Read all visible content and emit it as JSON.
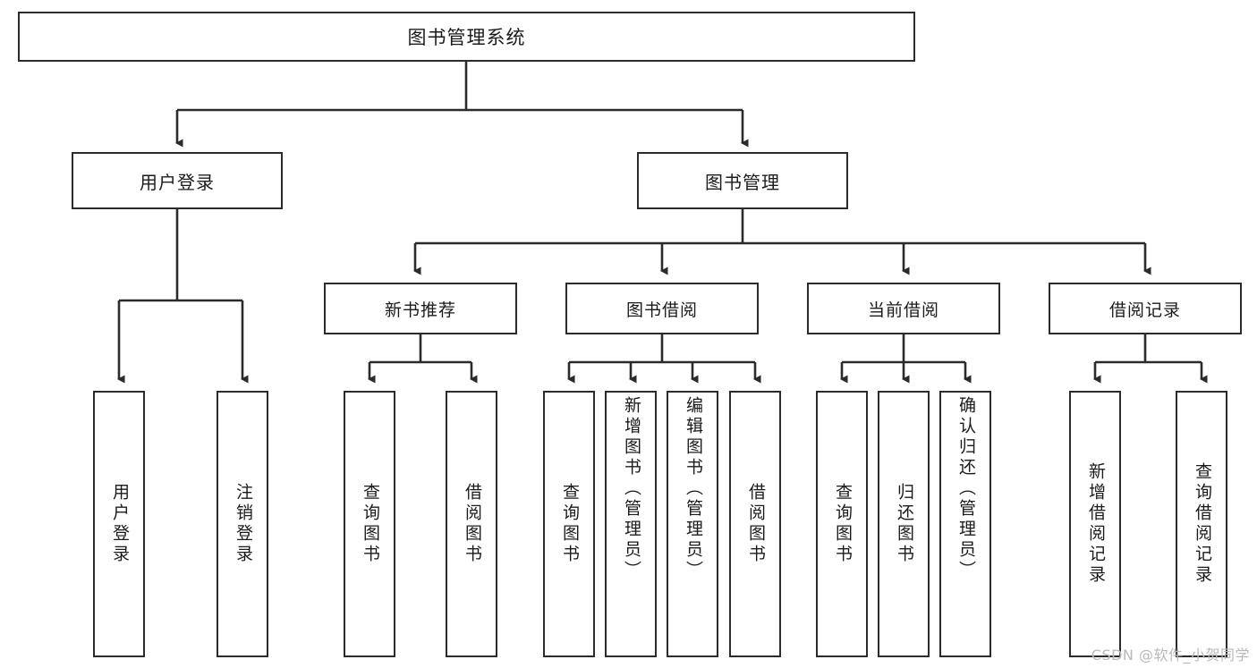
{
  "diagram": {
    "type": "tree",
    "title": "图书管理系统",
    "orientation": "top-down",
    "style": {
      "background": "#ffffff",
      "box_border": "#2b2b2b",
      "box_fill": "#ffffff",
      "connector": "#2b2b2b",
      "text": "#1b1b1b"
    }
  },
  "root": {
    "label": "图书管理系统"
  },
  "level1": [
    {
      "label": "用户登录"
    },
    {
      "label": "图书管理"
    }
  ],
  "level2": [
    {
      "label": "新书推荐"
    },
    {
      "label": "图书借阅"
    },
    {
      "label": "当前借阅"
    },
    {
      "label": "借阅记录"
    }
  ],
  "leaves": {
    "user_login": [
      {
        "label": "用户登录"
      },
      {
        "label": "注销登录"
      }
    ],
    "new_book": [
      {
        "label": "查询图书"
      },
      {
        "label": "借阅图书"
      }
    ],
    "borrow": [
      {
        "label": "查询图书"
      },
      {
        "label": "新增图书（管理员）"
      },
      {
        "label": "编辑图书（管理员）"
      },
      {
        "label": "借阅图书"
      }
    ],
    "current": [
      {
        "label": "查询图书"
      },
      {
        "label": "归还图书"
      },
      {
        "label": "确认归还（管理员）"
      }
    ],
    "records": [
      {
        "label": "新增借阅记录"
      },
      {
        "label": "查询借阅记录"
      }
    ]
  },
  "watermark": {
    "text": "CSDN @软件_小贺同学"
  }
}
